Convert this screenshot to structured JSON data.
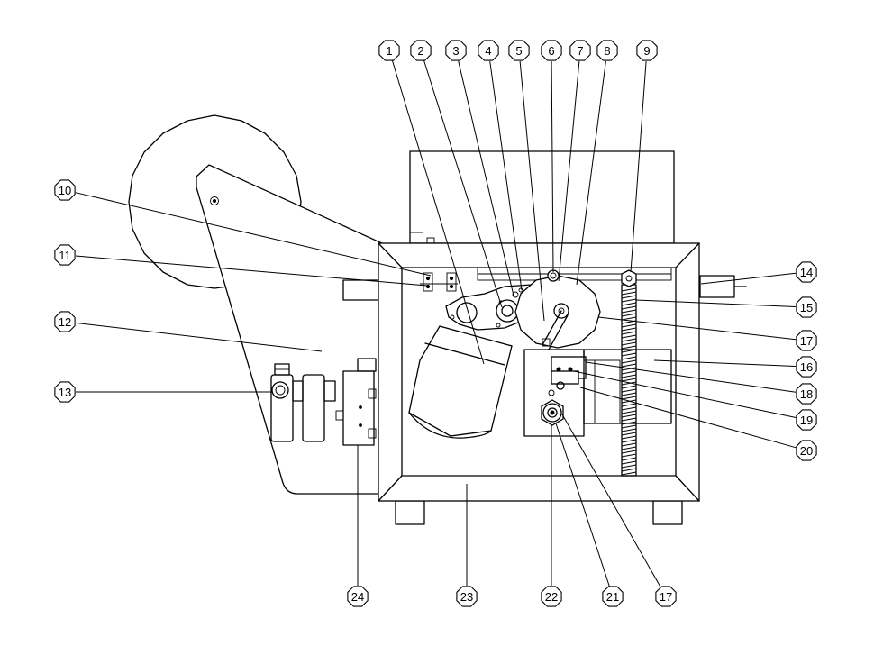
{
  "diagram": {
    "callouts": [
      {
        "label": "1"
      },
      {
        "label": "2"
      },
      {
        "label": "3"
      },
      {
        "label": "4"
      },
      {
        "label": "5"
      },
      {
        "label": "6"
      },
      {
        "label": "7"
      },
      {
        "label": "8"
      },
      {
        "label": "9"
      },
      {
        "label": "10"
      },
      {
        "label": "11"
      },
      {
        "label": "12"
      },
      {
        "label": "13"
      },
      {
        "label": "14"
      },
      {
        "label": "15"
      },
      {
        "label": "17"
      },
      {
        "label": "16"
      },
      {
        "label": "18"
      },
      {
        "label": "19"
      },
      {
        "label": "20"
      },
      {
        "label": "24"
      },
      {
        "label": "23"
      },
      {
        "label": "22"
      },
      {
        "label": "21"
      },
      {
        "label": "17"
      }
    ],
    "colors": {
      "line": "#000000",
      "background": "#ffffff"
    }
  }
}
